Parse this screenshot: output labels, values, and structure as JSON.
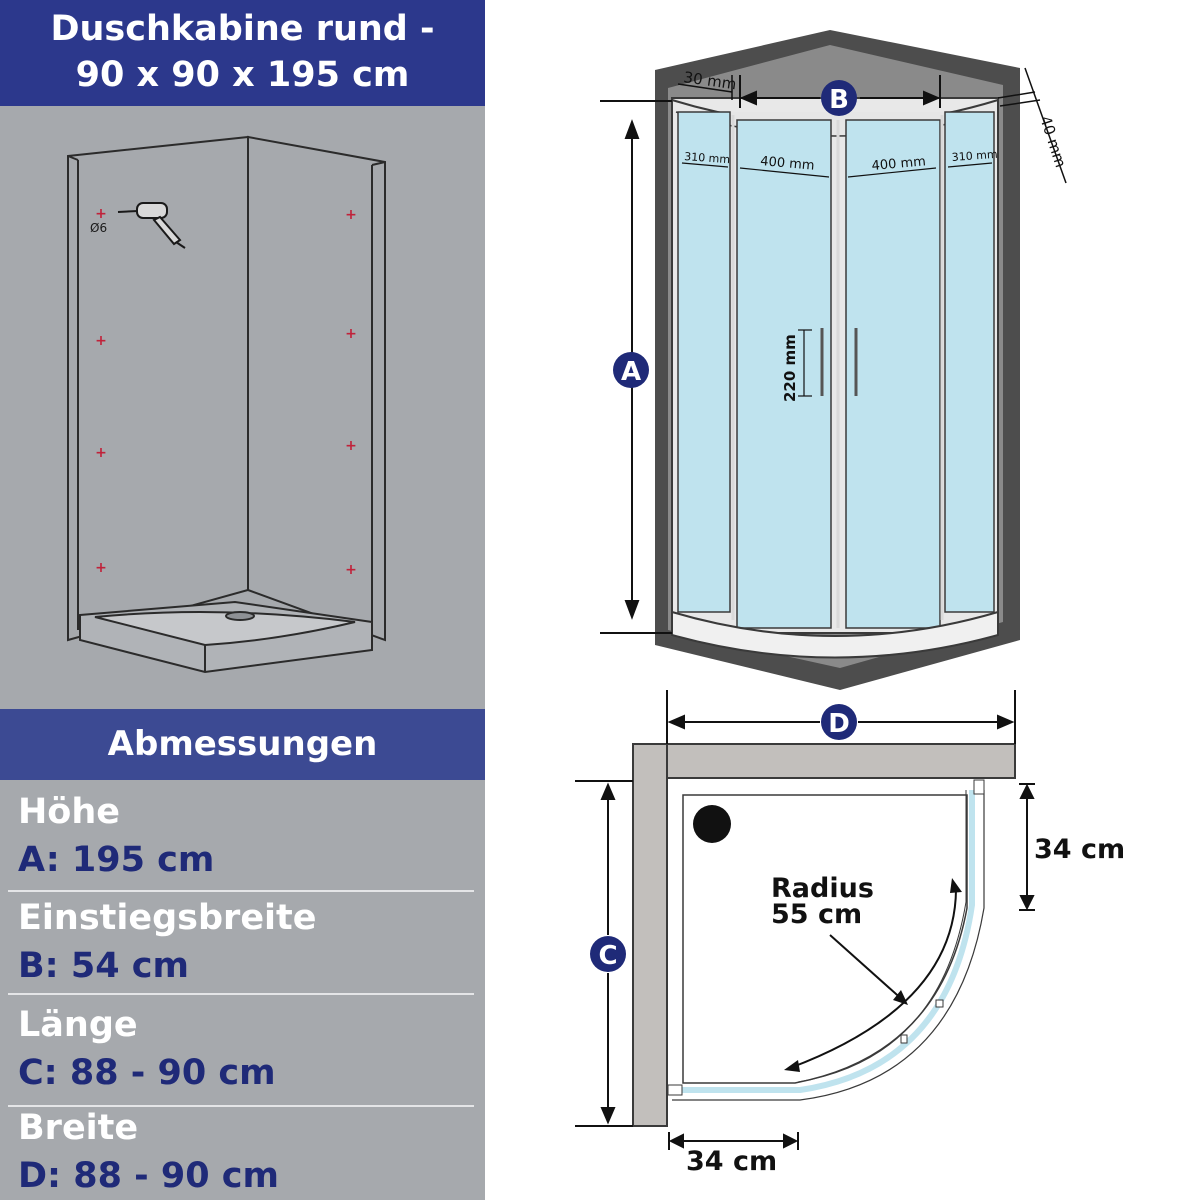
{
  "header": {
    "title_line1": "Duschkabine rund -",
    "title_line2": "90 x 90 x 195 cm"
  },
  "install": {
    "drill_label": "Ø6"
  },
  "dimensions_heading": "Abmessungen",
  "dimensions": [
    {
      "label": "Höhe",
      "value": "A: 195 cm"
    },
    {
      "label": "Einstiegsbreite",
      "value": "B: 54 cm"
    },
    {
      "label": "Länge",
      "value": "C: 88 - 90 cm"
    },
    {
      "label": "Breite",
      "value": "D: 88 - 90 cm"
    }
  ],
  "front_view": {
    "markers": {
      "a": "A",
      "b": "B"
    },
    "labels": {
      "frame_depth": "30 mm",
      "wall_gap": "40 mm",
      "side_left": "310 mm",
      "door_left": "400 mm",
      "door_right": "400 mm",
      "side_right": "310 mm",
      "handle": "220 mm"
    }
  },
  "top_view": {
    "markers": {
      "c": "C",
      "d": "D"
    },
    "radius_line1": "Radius",
    "radius_line2": "55 cm",
    "side_right": "34 cm",
    "side_bottom": "34 cm"
  },
  "colors": {
    "navy": "#2c388c",
    "panel_gray": "#a6a9ad",
    "glass": "#bfe3ee",
    "marker": "#1f2a78"
  }
}
